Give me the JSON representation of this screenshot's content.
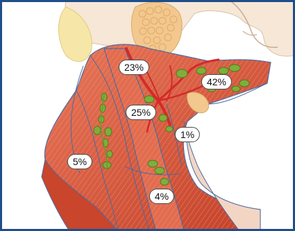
{
  "diagram": {
    "colors": {
      "frame": "#1f4e8a",
      "skin": "#f6e7d6",
      "muscle": "#d8553a",
      "muscle_dark": "#b23a24",
      "node": "#7fae3a",
      "vessel": "#d42a2a",
      "gland": "#f2c88e",
      "fascia": "#4b6aa0"
    },
    "labels": [
      {
        "id": "label-23",
        "text": "23%"
      },
      {
        "id": "label-42",
        "text": "42%"
      },
      {
        "id": "label-25",
        "text": "25%"
      },
      {
        "id": "label-1",
        "text": "1%"
      },
      {
        "id": "label-5",
        "text": "5%"
      },
      {
        "id": "label-4",
        "text": "4%"
      }
    ]
  }
}
